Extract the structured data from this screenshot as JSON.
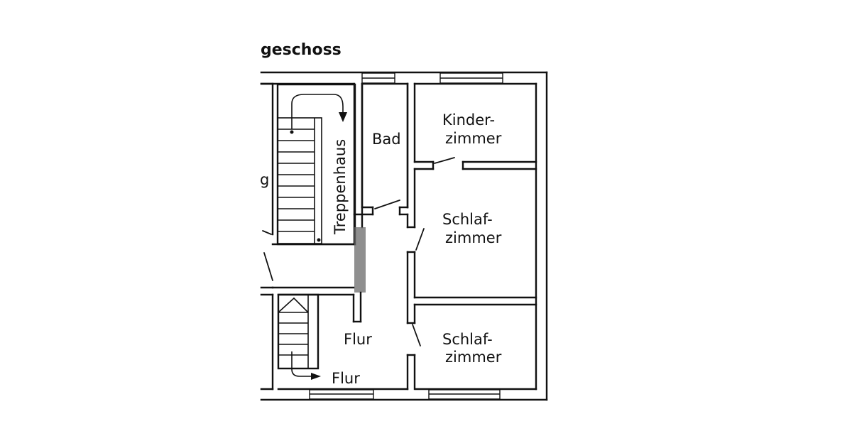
{
  "plan": {
    "title": "geschoss",
    "rooms": {
      "kinderzimmer_line1": "Kinder-",
      "kinderzimmer_line2": "zimmer",
      "bad": "Bad",
      "treppenhaus": "Treppenhaus",
      "schlafzimmer1_line1": "Schlaf-",
      "schlafzimmer1_line2": "zimmer",
      "schlafzimmer2_line1": "Schlaf-",
      "schlafzimmer2_line2": "zimmer",
      "flur_main": "Flur",
      "flur_lower": "Flur",
      "partial_left": "g"
    }
  }
}
